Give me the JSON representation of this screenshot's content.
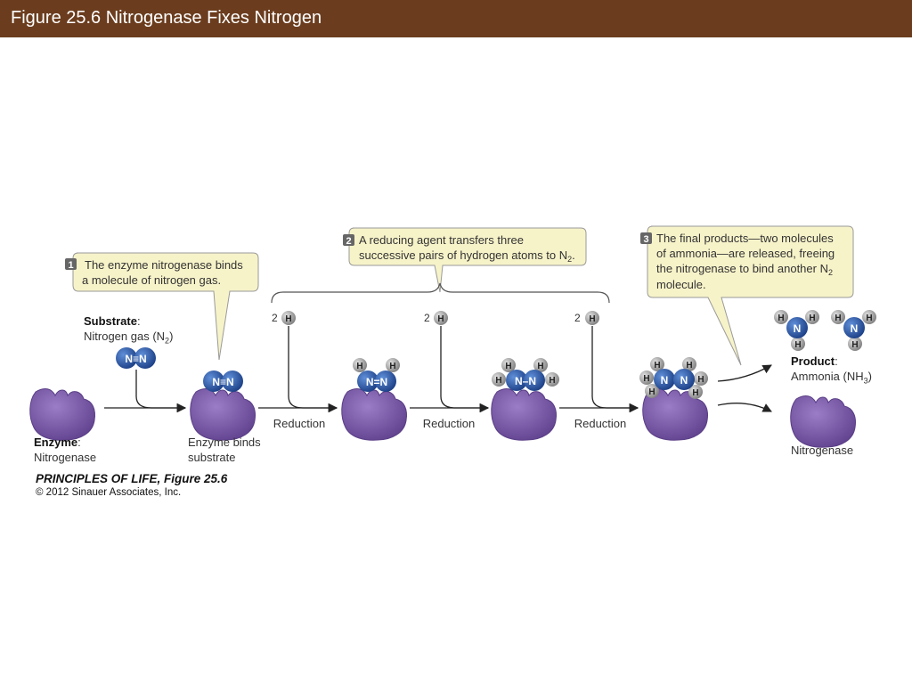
{
  "title": "Figure 25.6  Nitrogenase Fixes Nitrogen",
  "colors": {
    "title_bar": "#6b3d1e",
    "enzyme": "#7d5aa8",
    "nitrogen_atom": "#2a56a8",
    "hydrogen_atom": "#a8a8a8",
    "callout_fill": "#f7f3c9"
  },
  "steps": [
    {
      "number": "1",
      "text_lines": [
        "The enzyme nitrogenase binds",
        "a molecule of nitrogen gas."
      ]
    },
    {
      "number": "2",
      "text_lines": [
        "A reducing agent transfers three",
        "successive pairs of hydrogen atoms to N",
        "."
      ],
      "subscript": "2"
    },
    {
      "number": "3",
      "text_lines": [
        "The final products—two molecules",
        "of ammonia—are released, freeing",
        "the nitrogenase to bind another N",
        "molecule."
      ],
      "subscript": "2"
    }
  ],
  "substrate": {
    "heading": "Substrate",
    "name": "Nitrogen gas (N",
    "subscript": "2",
    "close": ")"
  },
  "enzyme": {
    "heading": "Enzyme",
    "name": "Nitrogenase"
  },
  "enzyme_binds": {
    "line1": "Enzyme binds",
    "line2": "substrate"
  },
  "reduction_label": "Reduction",
  "hydrogen_pair": {
    "count": "2",
    "symbol": "H"
  },
  "atoms": {
    "nitrogen": "N",
    "hydrogen": "H",
    "triple_bond": "N≡N",
    "double_bond": "N=N",
    "single_bond": "N–N"
  },
  "product": {
    "heading": "Product",
    "name": "Ammonia (NH",
    "subscript": "3",
    "close": ")"
  },
  "released_enzyme": "Nitrogenase",
  "credit": {
    "book": "PRINCIPLES OF LIFE, Figure 25.6",
    "copyright": "© 2012 Sinauer Associates, Inc."
  }
}
